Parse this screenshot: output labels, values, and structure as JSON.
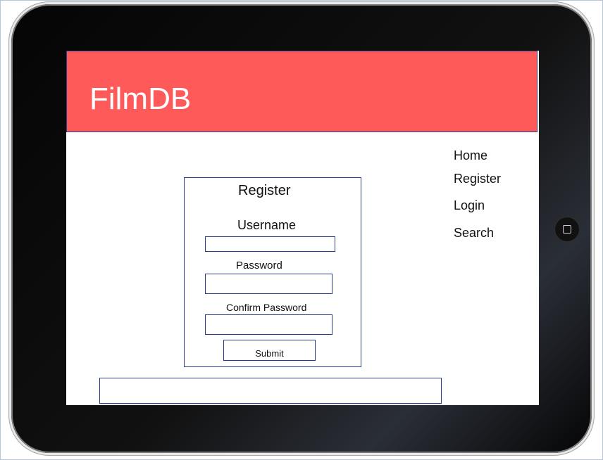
{
  "site": {
    "brand": "FilmDB"
  },
  "navigation": {
    "items": [
      {
        "label": "Home"
      },
      {
        "label": "Register"
      },
      {
        "label": "Login"
      },
      {
        "label": "Search"
      }
    ]
  },
  "register_form": {
    "title": "Register",
    "username_label": "Username",
    "username_value": "",
    "password_label": "Password",
    "password_value": "",
    "confirm_password_label": "Confirm Password",
    "confirm_password_value": "",
    "submit_label": "Submit"
  },
  "device": {
    "home_button_icon": "home-button-icon"
  },
  "colors": {
    "header_background": "#ff5a5a",
    "outline": "#283a8a",
    "device_frame": "#050505"
  }
}
